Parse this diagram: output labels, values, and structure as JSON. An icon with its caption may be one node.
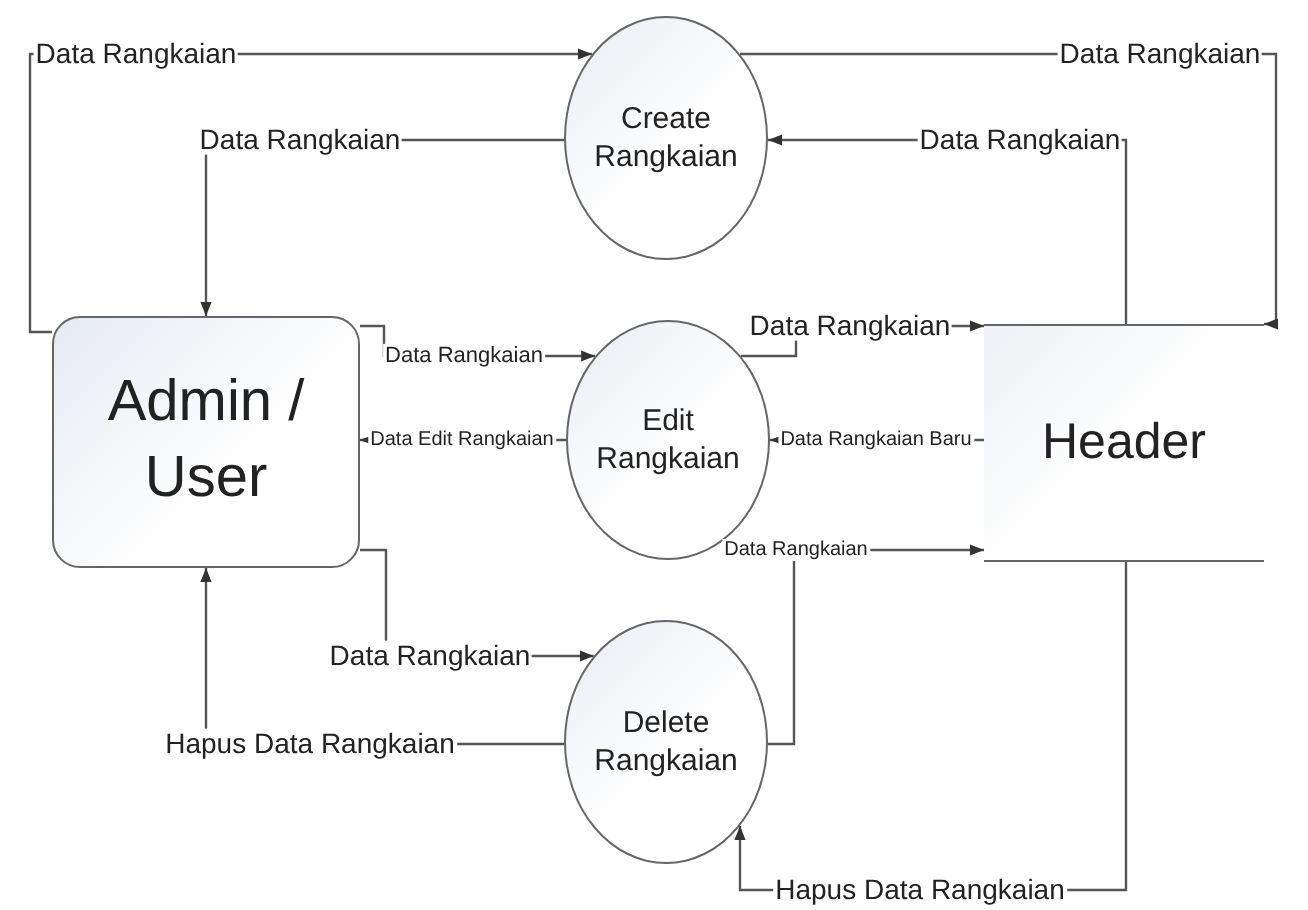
{
  "diagram": {
    "nodes": [
      {
        "text": [
          "Admin / User"
        ]
      },
      {
        "text": [
          "Create Rangkaian"
        ]
      },
      {
        "text": [
          "Edit Rangkaian"
        ]
      },
      {
        "text": [
          "Delete Rangkaian"
        ]
      },
      {
        "text": [
          "Header"
        ]
      }
    ],
    "edges": [
      {
        "from": 0,
        "to": 1,
        "arrow": "to",
        "label": "Data Rangkaian"
      },
      {
        "from": 1,
        "to": 0,
        "arrow": "to",
        "label": "Data Rangkaian"
      },
      {
        "from": 1,
        "to": 4,
        "arrow": "to",
        "label": "Data Rangkaian"
      },
      {
        "from": 4,
        "to": 1,
        "arrow": "to",
        "label": "Data Rangkaian"
      },
      {
        "from": 0,
        "to": 2,
        "arrow": "to",
        "label": "Data Rangkaian"
      },
      {
        "from": 2,
        "to": 0,
        "arrow": "to",
        "label": "Data Edit Rangkaian"
      },
      {
        "from": 2,
        "to": 4,
        "arrow": "to",
        "label": "Data Rangkaian"
      },
      {
        "from": 4,
        "to": 2,
        "arrow": "to",
        "label": "Data Rangkaian Baru"
      },
      {
        "from": 3,
        "to": 4,
        "arrow": "to",
        "label": "Data Rangkaian"
      },
      {
        "from": 0,
        "to": 3,
        "arrow": "to",
        "label": "Data Rangkaian"
      },
      {
        "from": 3,
        "to": 0,
        "arrow": "to",
        "label": "Hapus Data Rangkaian"
      },
      {
        "from": 4,
        "to": 3,
        "arrow": "to",
        "label": "Hapus Data Rangkaian"
      }
    ]
  }
}
